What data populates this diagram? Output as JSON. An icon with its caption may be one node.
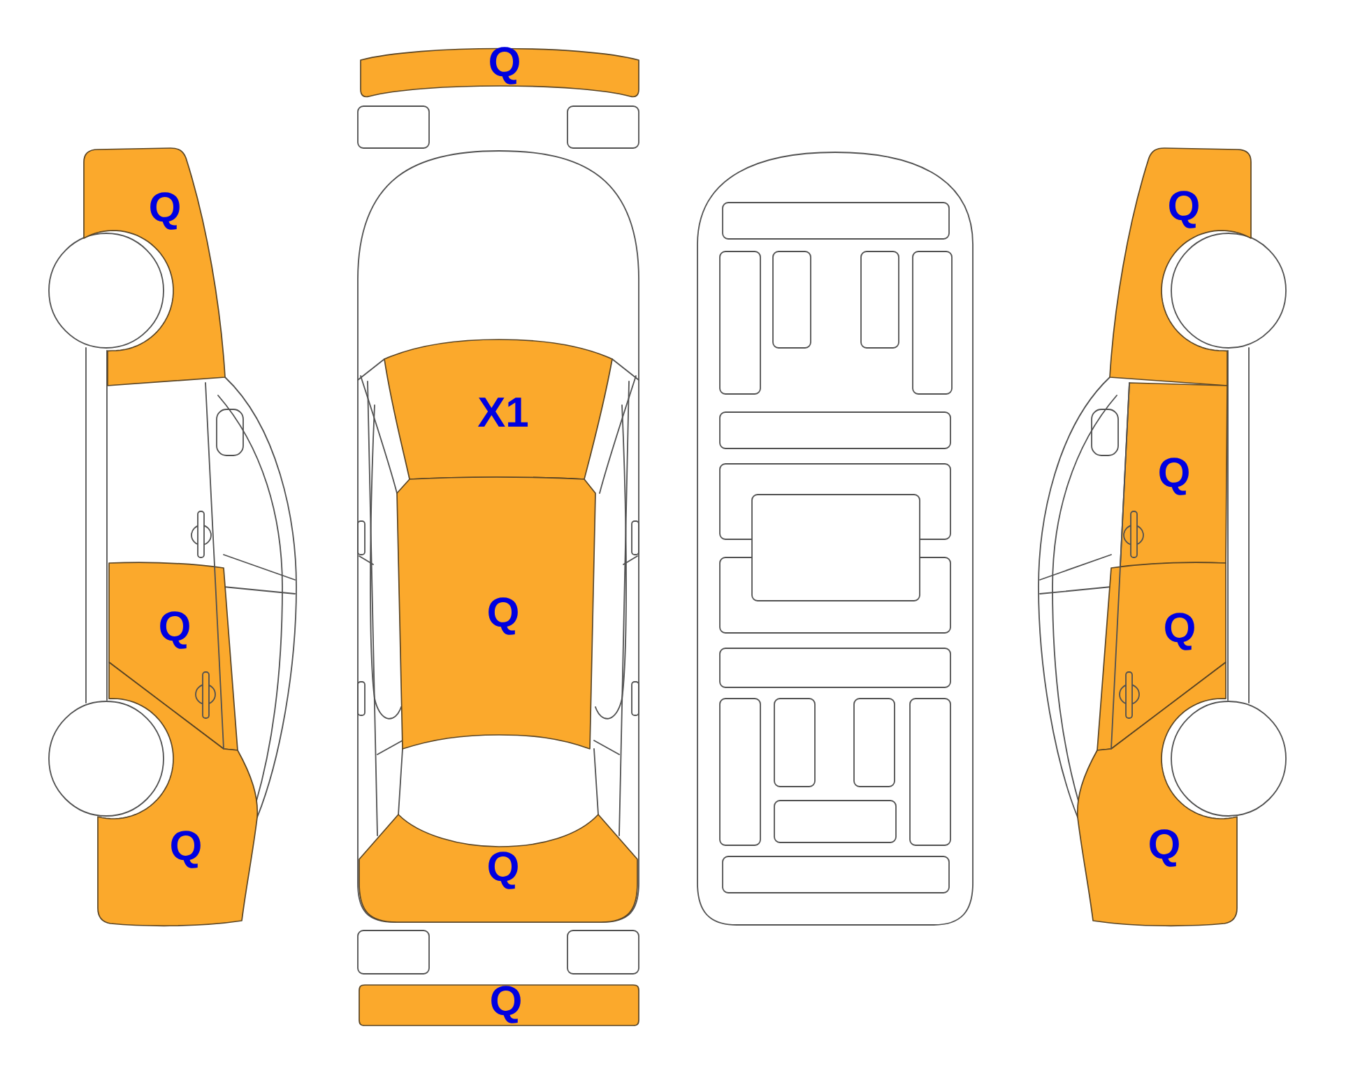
{
  "diagram": {
    "nodes": [
      {
        "text": [
          "Q"
        ]
      },
      {
        "text": [
          "Q"
        ]
      },
      {
        "text": [
          "Q"
        ]
      },
      {
        "text": [
          "Q"
        ]
      },
      {
        "text": [
          "X1"
        ]
      },
      {
        "text": [
          "Q"
        ]
      },
      {
        "text": [
          "Q"
        ]
      },
      {
        "text": [
          "Q"
        ]
      },
      {
        "text": [
          "Q"
        ]
      },
      {
        "text": [
          "Q"
        ]
      },
      {
        "text": [
          "Q"
        ]
      },
      {
        "text": [
          "Q"
        ]
      }
    ]
  }
}
